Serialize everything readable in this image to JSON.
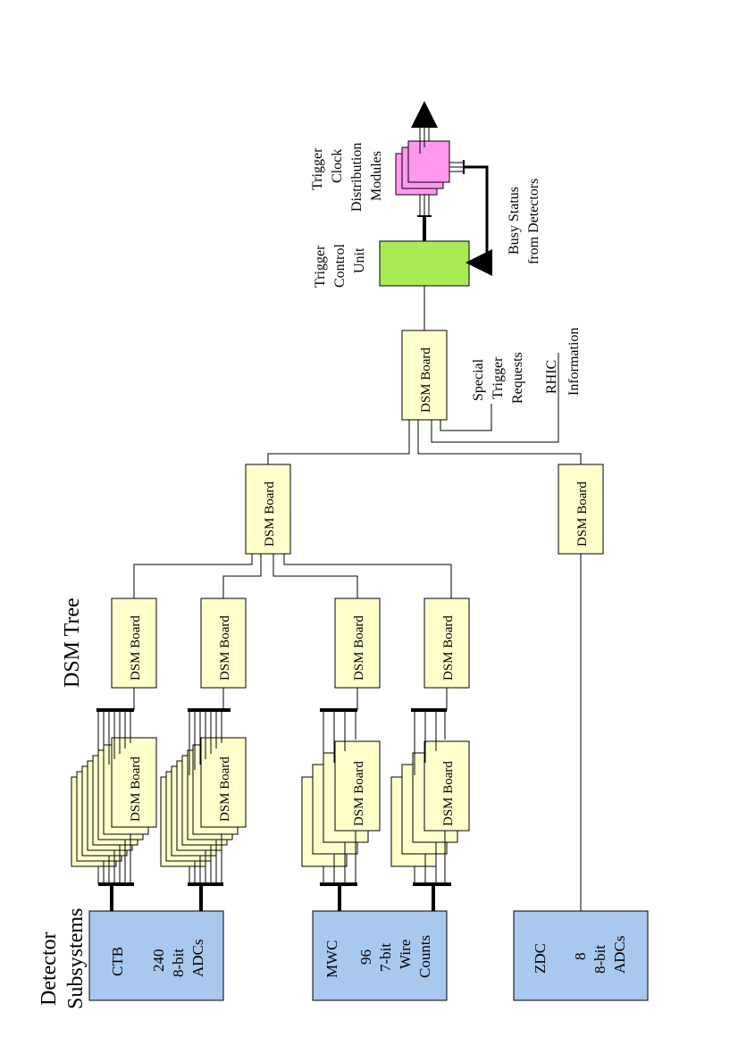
{
  "titles": {
    "detector_line1": "Detector",
    "detector_line2": "Subsystems",
    "dsm_tree": "DSM Tree"
  },
  "detectors": [
    {
      "name": "CTB",
      "l1": "240",
      "l2": "8-bit",
      "l3": "ADCs"
    },
    {
      "name": "MWC",
      "l1": "96",
      "l2": "7-bit",
      "l3": "Wire",
      "l4": "Counts"
    },
    {
      "name": "ZDC",
      "l1": "8",
      "l2": "8-bit",
      "l3": "ADCs"
    }
  ],
  "dsm_board_label": "DSM Board",
  "tcu": {
    "l1": "Trigger",
    "l2": "Control",
    "l3": "Unit"
  },
  "tcd": {
    "l1": "Trigger",
    "l2": "Clock",
    "l3": "Distribution",
    "l4": "Modules"
  },
  "busy": {
    "l1": "Busy Status",
    "l2": "from Detectors"
  },
  "special": {
    "l1": "Special",
    "l2": "Trigger",
    "l3": "Requests"
  },
  "rhic": {
    "l1": "RHIC",
    "l2": "Information"
  },
  "colors": {
    "detector": "#a9c8ee",
    "dsm": "#ffffcc",
    "tcu": "#aaea55",
    "tcd": "#ff99ee"
  }
}
